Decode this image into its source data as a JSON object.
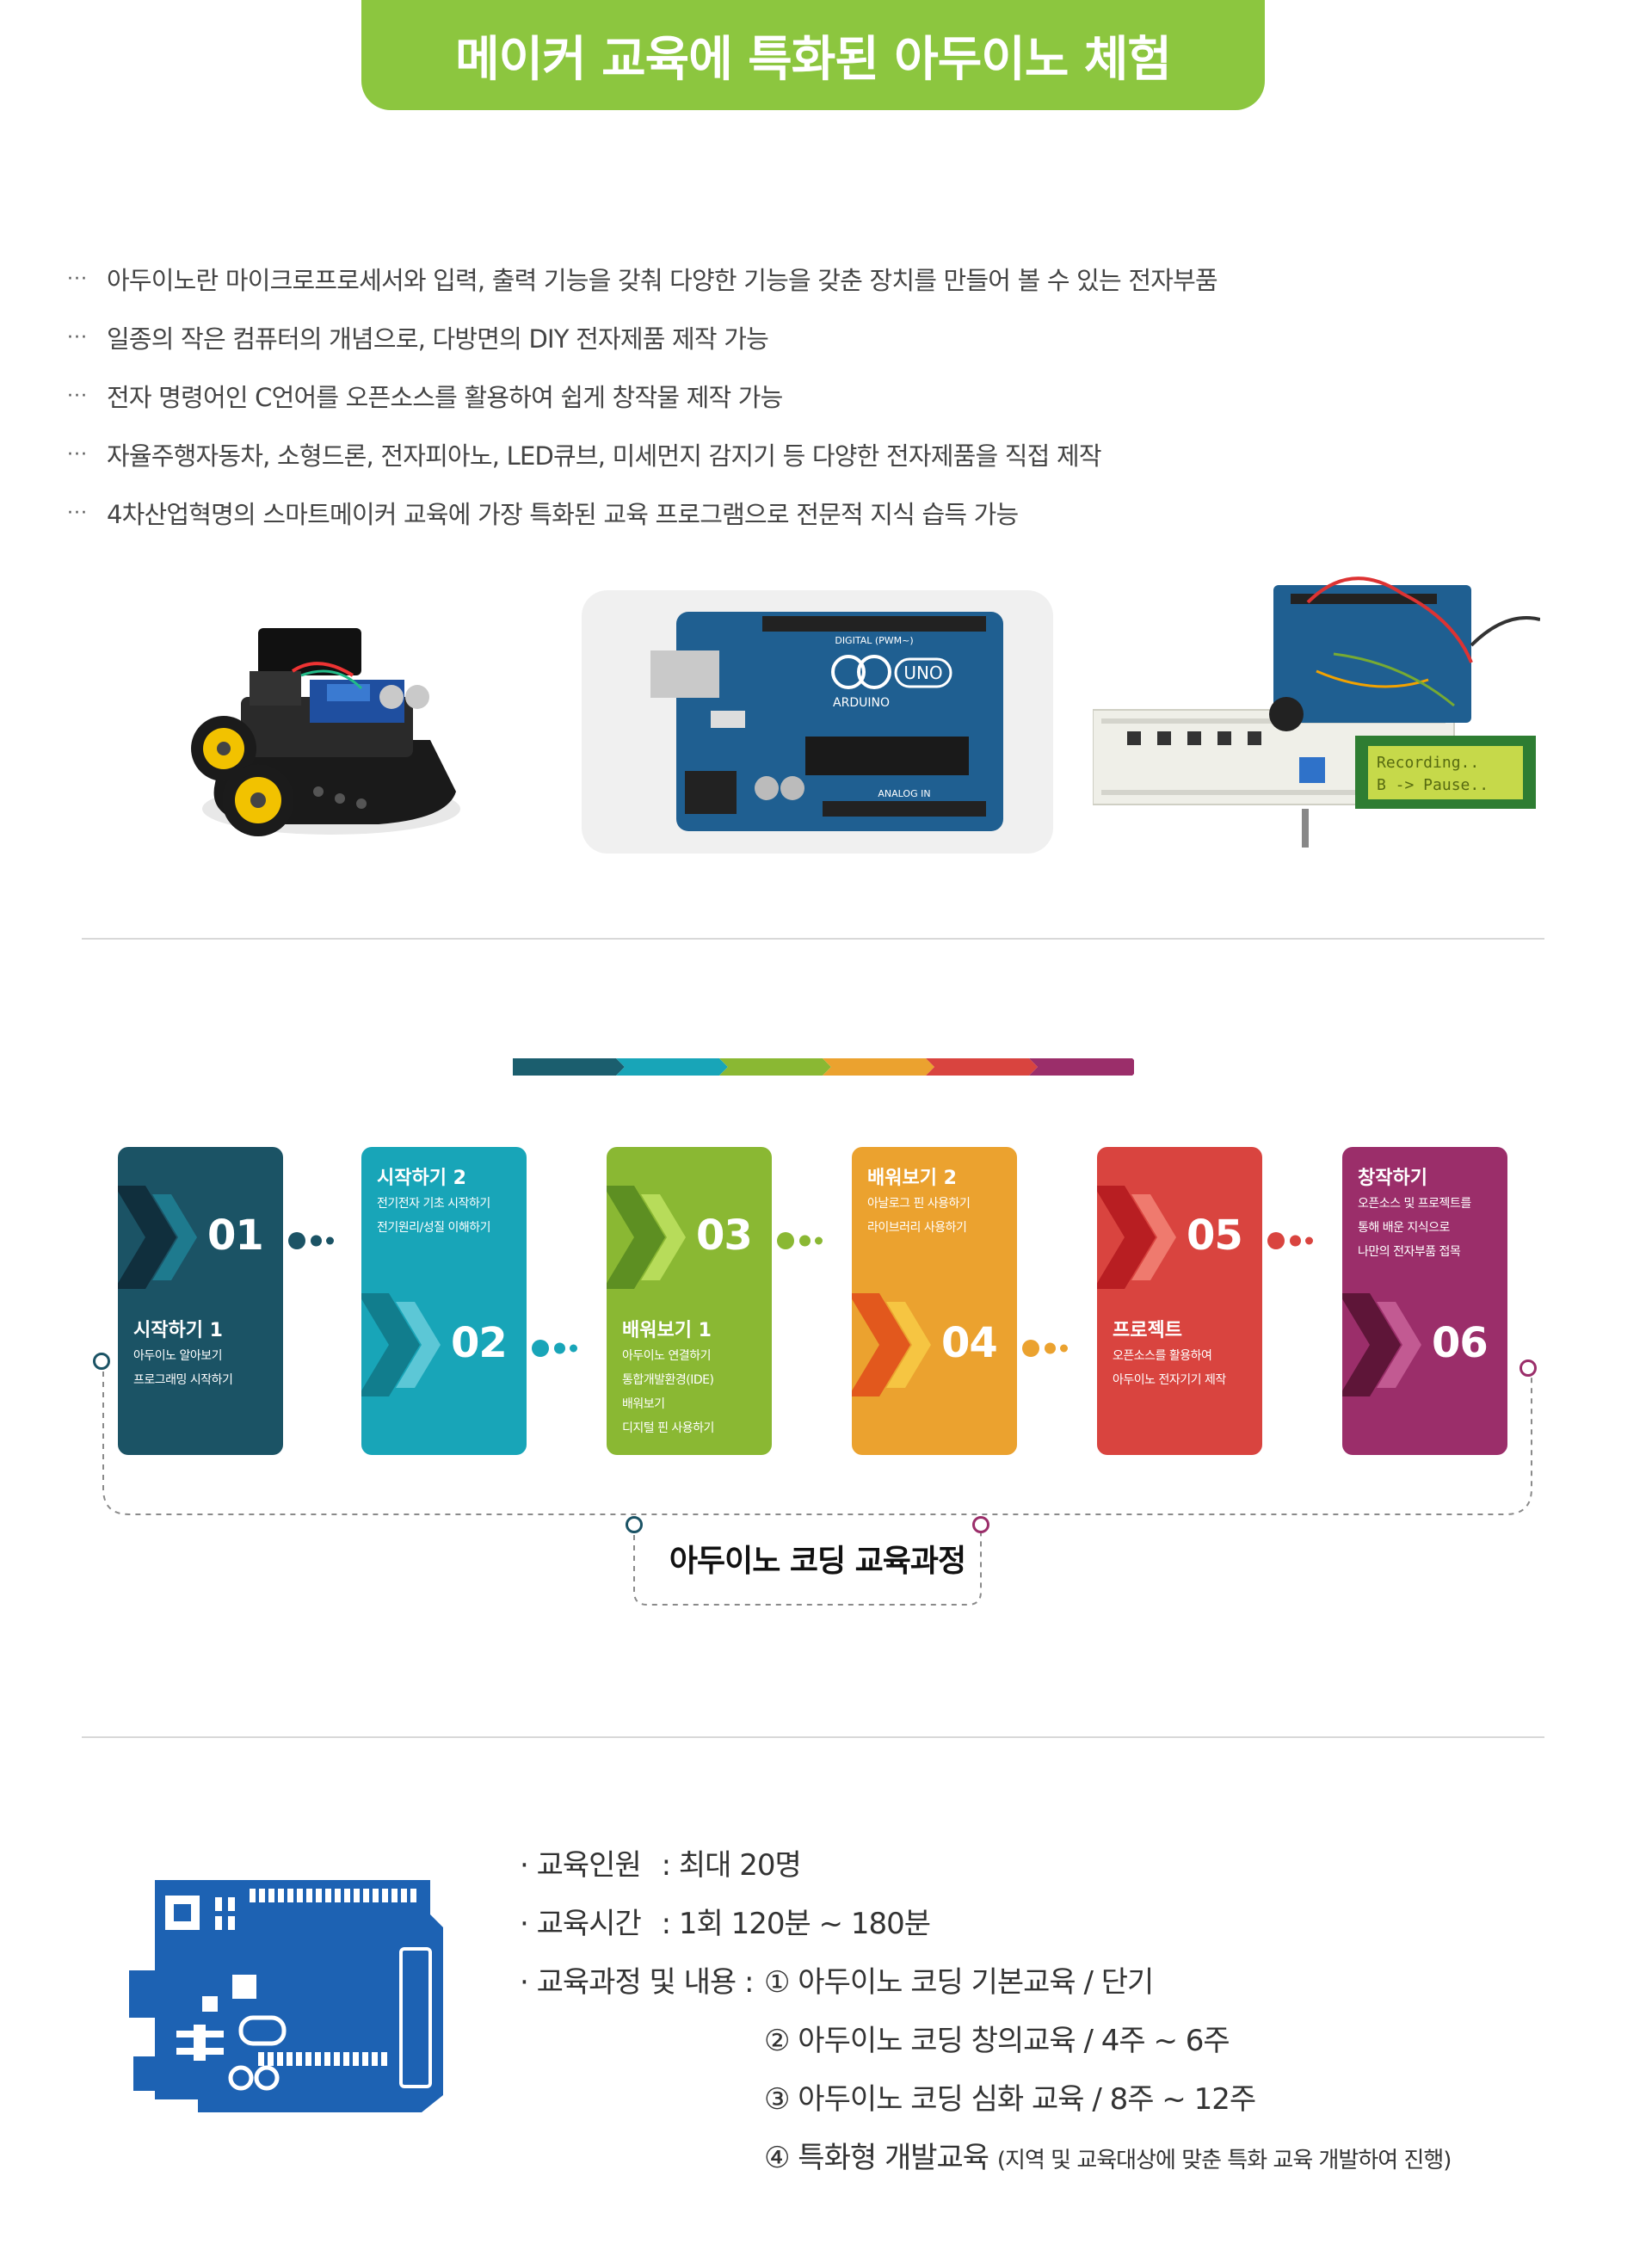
{
  "banner": {
    "title": "메이커 교육에 특화된 아두이노 체험"
  },
  "intro": {
    "bullet_marker": "···",
    "items": [
      "아두이노란 마이크로프로세서와 입력, 출력 기능을 갖춰 다양한 기능을 갖춘 장치를 만들어 볼 수 있는 전자부품",
      "일종의 작은 컴퓨터의 개념으로, 다방면의 DIY 전자제품 제작 가능",
      "전자 명령어인 C언어를  오픈소스를 활용하여 쉽게 창작물 제작 가능",
      "자율주행자동차, 소형드론, 전자피아노, LED큐브, 미세먼지 감지기 등 다양한 전자제품을 직접 제작",
      "4차산업혁명의 스마트메이커 교육에 가장 특화된 교육 프로그램으로 전문적 지식 습득 가능"
    ]
  },
  "photos": {
    "board_labels": {
      "uno": "UNO",
      "brand": "ARDUINO",
      "digital": "DIGITAL (PWM~)",
      "analog": "ANALOG IN"
    },
    "lcd_lines": [
      "Recording..",
      "B -> Pause.."
    ]
  },
  "strip_colors": [
    "#1b5e6e",
    "#18a5b8",
    "#8ab833",
    "#eba22f",
    "#d9443f",
    "#9b2e6a"
  ],
  "courses": [
    {
      "num": "01",
      "title": "시작하기 1",
      "lines": [
        "아두이노 알아보기",
        "프로그래밍 시작하기"
      ],
      "color": "#1b5365",
      "chev_dark": "#102f3d",
      "chev_light": "#1e7a8e"
    },
    {
      "num": "02",
      "title": "시작하기 2",
      "lines": [
        "전기전자 기초 시작하기",
        "전기원리/성질 이해하기"
      ],
      "color": "#18a5b8",
      "chev_dark": "#117d8d",
      "chev_light": "#5cc7d6"
    },
    {
      "num": "03",
      "title": "배워보기 1",
      "lines": [
        "아두이노 연결하기",
        "통합개발환경(IDE)",
        "배워보기",
        "디지털 핀 사용하기"
      ],
      "color": "#8ab833",
      "chev_dark": "#5d8f22",
      "chev_light": "#b7dc5a"
    },
    {
      "num": "04",
      "title": "배워보기 2",
      "lines": [
        "아날로그 핀 사용하기",
        "라이브러리 사용하기"
      ],
      "color": "#eba22f",
      "chev_dark": "#e2581d",
      "chev_light": "#f6c542"
    },
    {
      "num": "05",
      "title": "프로젝트",
      "lines": [
        "오픈소스를 활용하여",
        "아두이노 전자기기 제작"
      ],
      "color": "#d9443f",
      "chev_dark": "#b81e22",
      "chev_light": "#ef7a6e"
    },
    {
      "num": "06",
      "title": "창작하기",
      "lines": [
        "오픈소스 및 프로젝트를",
        "통해 배운 지식으로",
        "나만의 전자부품 접목"
      ],
      "color": "#9b2e6a",
      "chev_dark": "#5e1538",
      "chev_light": "#c25a92"
    }
  ],
  "curriculum_title": "아두이노 코딩 교육과정",
  "info": {
    "bullet": "·",
    "personnel_label": "교육인원",
    "personnel_value": "최대 20명",
    "time_label": "교육시간",
    "time_value": "1회  120분 ~ 180분",
    "course_label": "교육과정 및 내용",
    "colon": ":",
    "courses": [
      {
        "mark": "①",
        "text": "아두이노 코딩 기본교육   /  단기"
      },
      {
        "mark": "②",
        "text": "아두이노 코딩 창의교육  /  4주 ~ 6주"
      },
      {
        "mark": "③",
        "text": "아두이노 코딩 심화 교육  /  8주 ~ 12주"
      }
    ],
    "special": {
      "mark": "④",
      "text": "특화형 개발교육",
      "note": "(지역 및 교육대상에 맞춘  특화 교육  개발하여 진행)"
    }
  }
}
